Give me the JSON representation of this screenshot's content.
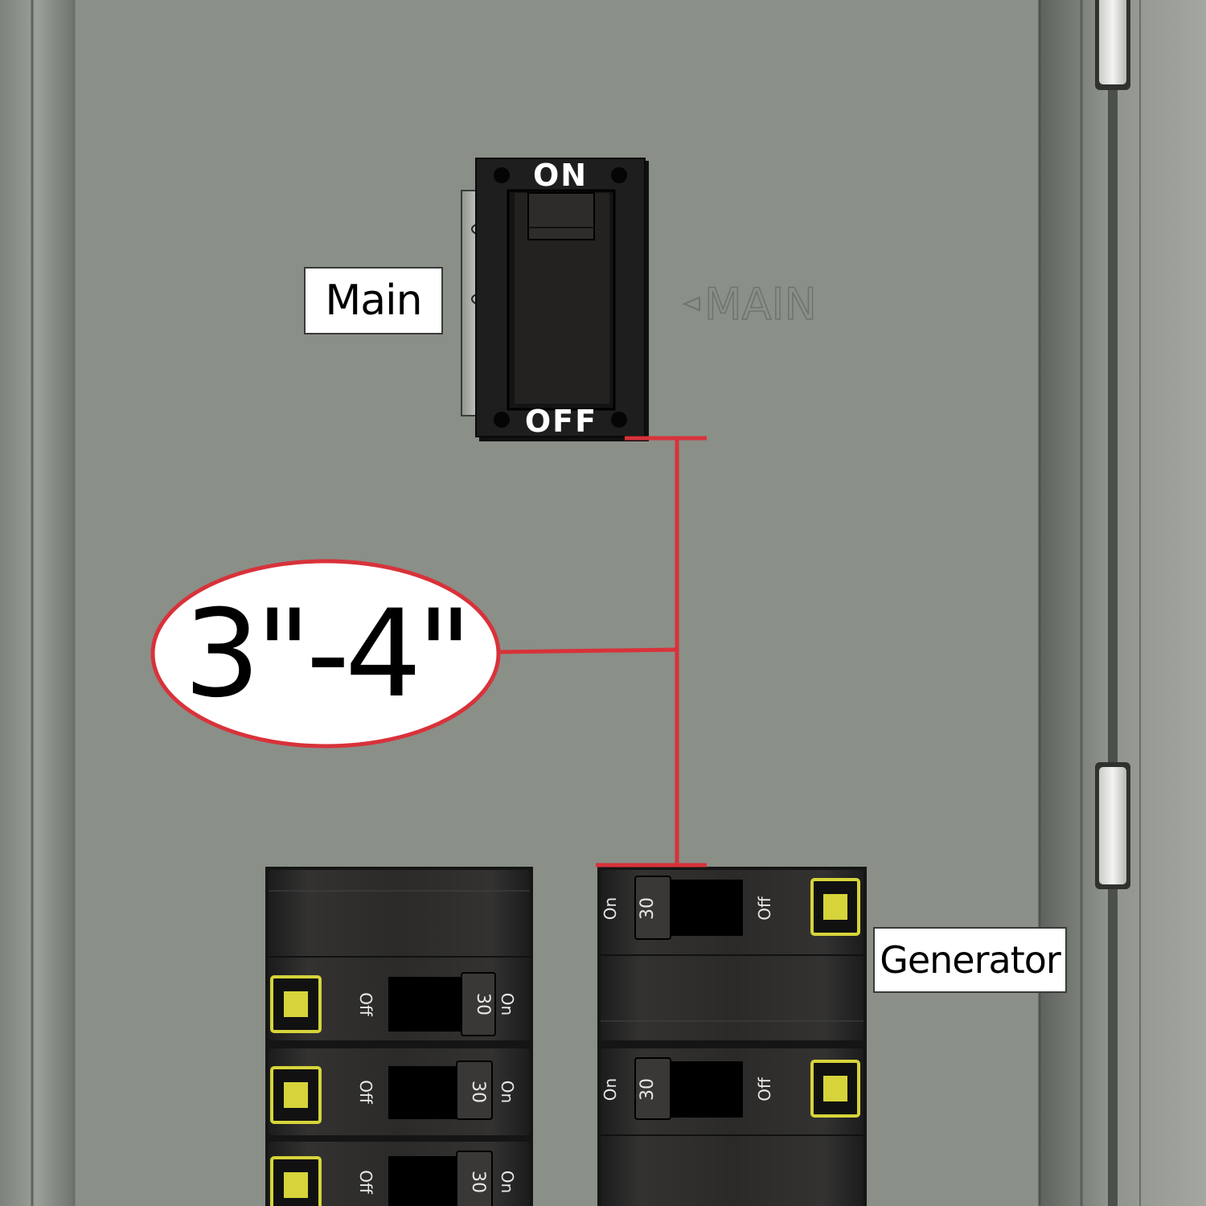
{
  "main_breaker": {
    "label": "Main",
    "on_text": "ON",
    "off_text": "OFF",
    "panel_marking": "MAIN"
  },
  "generator_breaker": {
    "label": "Generator"
  },
  "measurement": {
    "text": "3\"-4\"",
    "line_color": "#d8323a"
  },
  "breaker_text": {
    "on": "On",
    "off": "Off",
    "amps": "30"
  },
  "colors": {
    "panel": "#8a8f88",
    "breaker_body": "#262626",
    "breaker_indicator": "#d6d43a"
  }
}
